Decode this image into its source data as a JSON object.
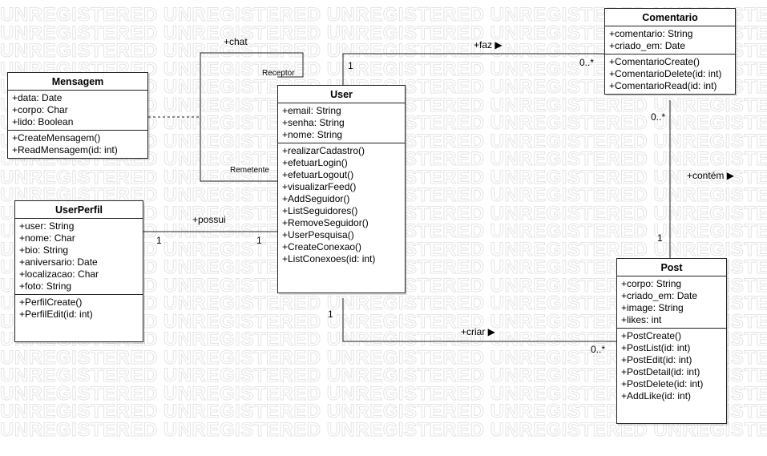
{
  "watermark": {
    "text": "UNREGISTERED UNREGISTERED UNREGISTERED UNREGISTERED UNREGISTERED"
  },
  "classes": {
    "comentario": {
      "name": "Comentario",
      "attributes": [
        "+comentario: String",
        "+criado_em: Date"
      ],
      "methods": [
        "+ComentarioCreate()",
        "+ComentarioDelete(id: int)",
        "+ComentarioRead(id: int)"
      ]
    },
    "mensagem": {
      "name": "Mensagem",
      "attributes": [
        "+data: Date",
        "+corpo: Char",
        "+lido: Boolean"
      ],
      "methods": [
        "+CreateMensagem()",
        "+ReadMensagem(id: int)"
      ]
    },
    "user": {
      "name": "User",
      "attributes": [
        "+email: String",
        "+senha: String",
        "+nome: String"
      ],
      "methods": [
        "+realizarCadastro()",
        "+efetuarLogin()",
        "+efetuarLogout()",
        "+visualizarFeed()",
        "+AddSeguidor()",
        "+ListSeguidores()",
        "+RemoveSeguidor()",
        "+UserPesquisa()",
        "+CreateConexao()",
        "+ListConexoes(id: int)"
      ]
    },
    "userperfil": {
      "name": "UserPerfil",
      "attributes": [
        "+user: String",
        "+nome: Char",
        "+bio: String",
        "+aniversario: Date",
        "+localizacao: Char",
        "+foto: String"
      ],
      "methods": [
        "+PerfilCreate()",
        "+PerfilEdit(id: int)"
      ]
    },
    "post": {
      "name": "Post",
      "attributes": [
        "+corpo: String",
        "+criado_em: Date",
        "+image: String",
        "+likes: int"
      ],
      "methods": [
        "+PostCreate()",
        "+PostList(id: int)",
        "+PostEdit(id: int)",
        "+PostDetail(id: int)",
        "+PostDelete(id: int)",
        "+AddLike(id: int)"
      ]
    }
  },
  "associations": {
    "chat": {
      "label": "+chat",
      "role_receptor": "Receptor",
      "role_remetente": "Remetente"
    },
    "faz": {
      "label": "+faz ▶",
      "mult_user": "1",
      "mult_comentario": "0..*"
    },
    "contem": {
      "label": "+contém ▶",
      "mult_comentario": "0..*",
      "mult_post": "1"
    },
    "possui": {
      "label": "+possui",
      "mult_perfil": "1",
      "mult_user": "1"
    },
    "criar": {
      "label": "+criar ▶",
      "mult_user": "1",
      "mult_post": "0..*"
    }
  },
  "colors": {
    "line": "#222222",
    "watermark": "#e4e4e4",
    "box_border": "#222222"
  }
}
